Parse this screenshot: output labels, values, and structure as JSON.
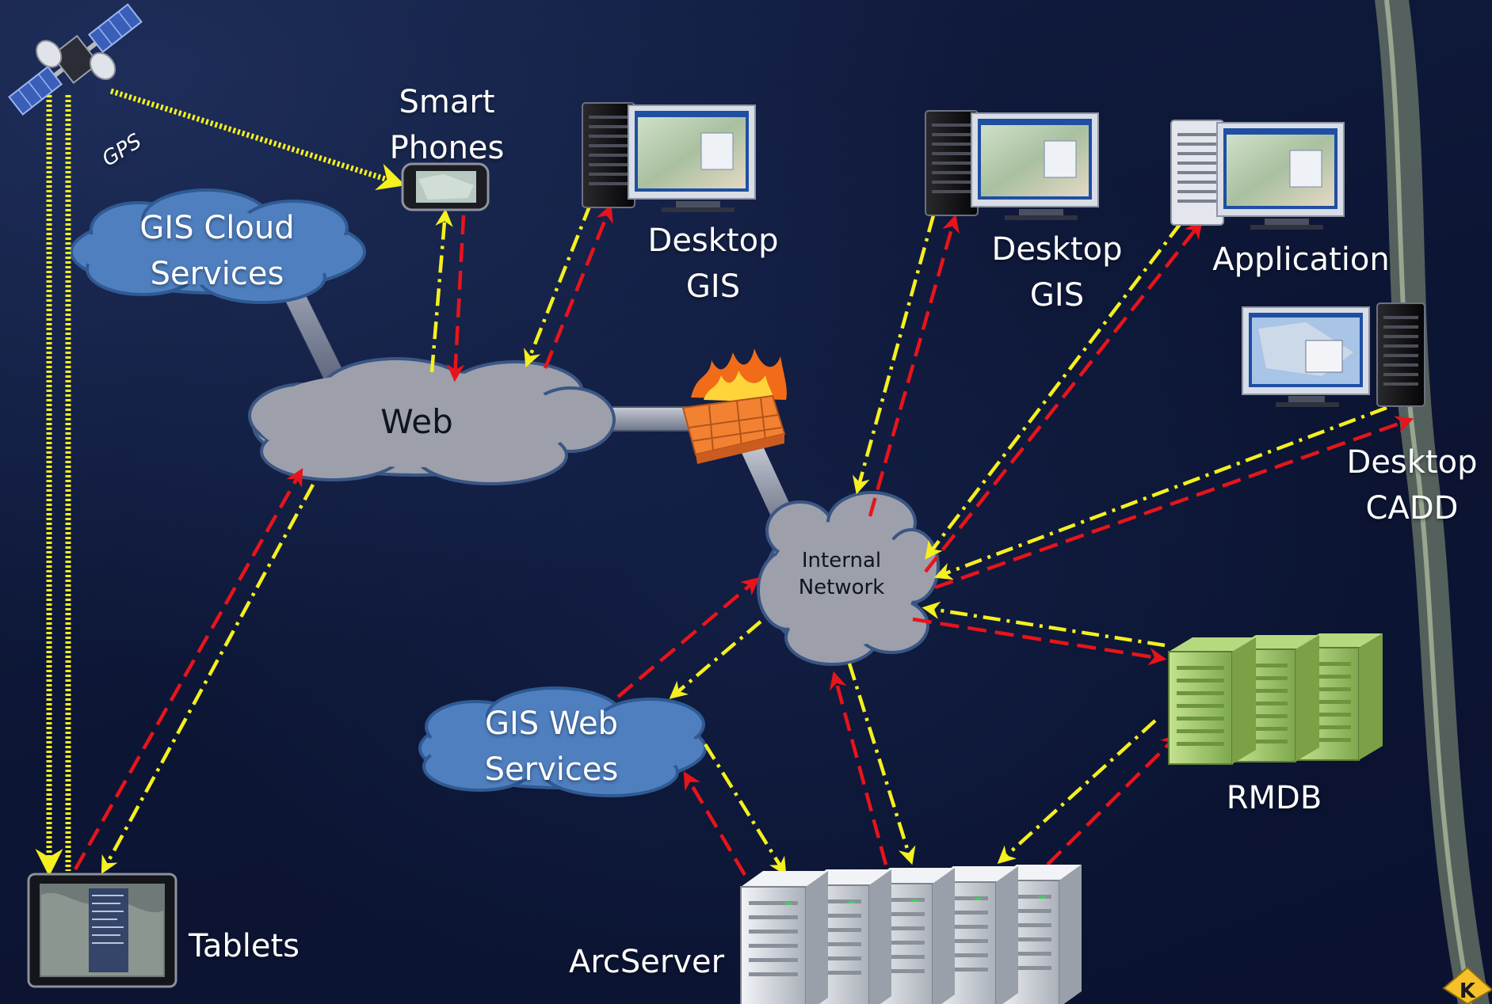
{
  "labels": {
    "gps": "GPS",
    "smart_phones": "Smart\nPhones",
    "gis_cloud_services": "GIS Cloud\nServices",
    "desktop_gis_1": "Desktop\nGIS",
    "desktop_gis_2": "Desktop\nGIS",
    "application": "Application",
    "web": "Web",
    "internal_network": "Internal\nNetwork",
    "desktop_cadd": "Desktop\nCADD",
    "gis_web_services": "GIS Web\nServices",
    "rmdb": "RMDB",
    "tablets": "Tablets",
    "arcserver": "ArcServer"
  },
  "colors": {
    "request_arrow": "#e8141b",
    "response_arrow": "#f5f01e",
    "blue_cloud": "#4f7fbf",
    "gray_cloud": "#9d9fab",
    "firewall": "#f07a22",
    "rmdb_server": "#9dc46a",
    "arcserver_server": "#d4d8de"
  },
  "icons": {
    "satellite": "satellite-icon",
    "phone": "smartphone-icon",
    "desktop": "desktop-computer-icon",
    "firewall": "firewall-icon",
    "server": "server-rack-icon",
    "tablet": "tablet-icon",
    "logo": "k-logo-icon"
  }
}
